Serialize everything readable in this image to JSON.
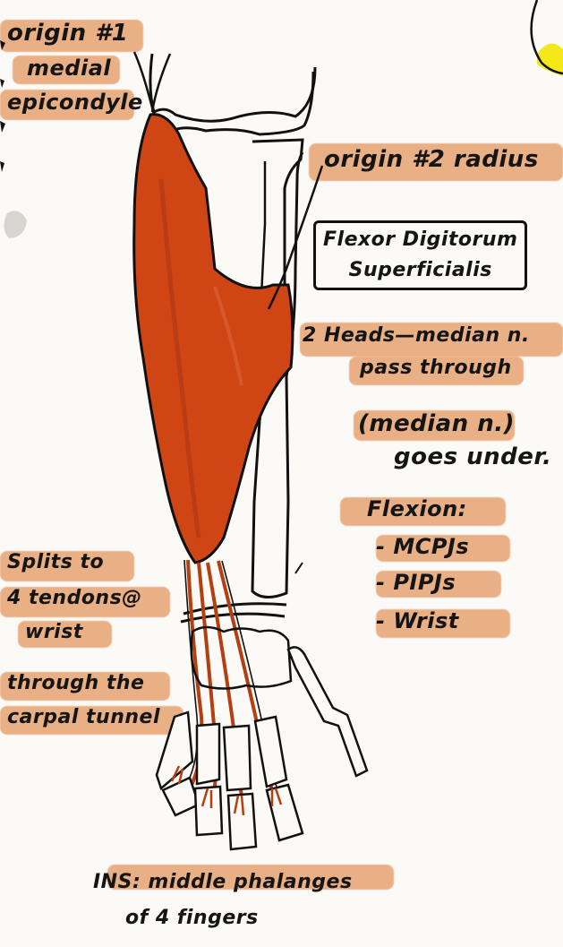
{
  "colors": {
    "paper": "#fbfaf7",
    "muscle": "#cf4514",
    "muscle_dark": "#a83410",
    "highlight": "#e59a66",
    "ink": "#151515",
    "yellow_mark": "#f4e600"
  },
  "labels": {
    "origin1": {
      "line1": "origin #1",
      "line2": "medial",
      "line3": "epicondyle"
    },
    "origin2": "origin #2 radius",
    "muscle_name": {
      "line1": "Flexor Digitorum",
      "line2": "Superficialis"
    },
    "heads": {
      "line1": "2 Heads—median n.",
      "line2": "pass through"
    },
    "median": {
      "line1": "(median n.)",
      "line2": "goes under."
    },
    "flexion": {
      "title": "Flexion:",
      "items": [
        "- MCPJs",
        "- PIPJs",
        "- Wrist"
      ]
    },
    "splits": {
      "line1": "Splits to",
      "line2": "4 tendons@",
      "line3": "wrist"
    },
    "carpal": {
      "line1": "through the",
      "line2": "carpal tunnel"
    },
    "insertion": {
      "line1": "INS: middle phalanges",
      "line2": "of 4 fingers"
    }
  }
}
